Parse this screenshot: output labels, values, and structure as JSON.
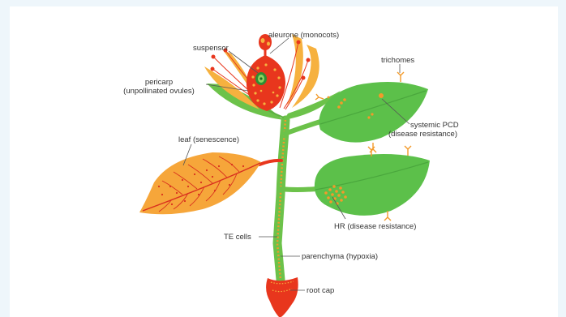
{
  "colors": {
    "leaf_green": "#5cc04a",
    "leaf_green_dark": "#3d9a35",
    "stem_green": "#6cc24a",
    "pcd_orange": "#f39a2a",
    "pcd_red": "#e8361d",
    "senescent_leaf": "#f4a63a",
    "vein_red": "#d9301e",
    "label_text": "#333333",
    "leader_line": "#555555"
  },
  "labels": {
    "aleurone": "aleurone (monocots)",
    "suspensor": "suspensor",
    "pericarp_line1": "pericarp",
    "pericarp_line2": "(unpollinated ovules)",
    "trichomes": "trichomes",
    "systemic_pcd_line1": "systemic PCD",
    "systemic_pcd_line2": "(disease resistance)",
    "leaf_senescence": "leaf (senescence)",
    "hr": "HR (disease resistance)",
    "te_cells": "TE cells",
    "parenchyma": "parenchyma (hypoxia)",
    "root_cap": "root cap"
  },
  "icons": [
    "flower",
    "ovule",
    "embryo",
    "leaf",
    "trichome",
    "senescent-leaf",
    "stem",
    "root-cap"
  ]
}
